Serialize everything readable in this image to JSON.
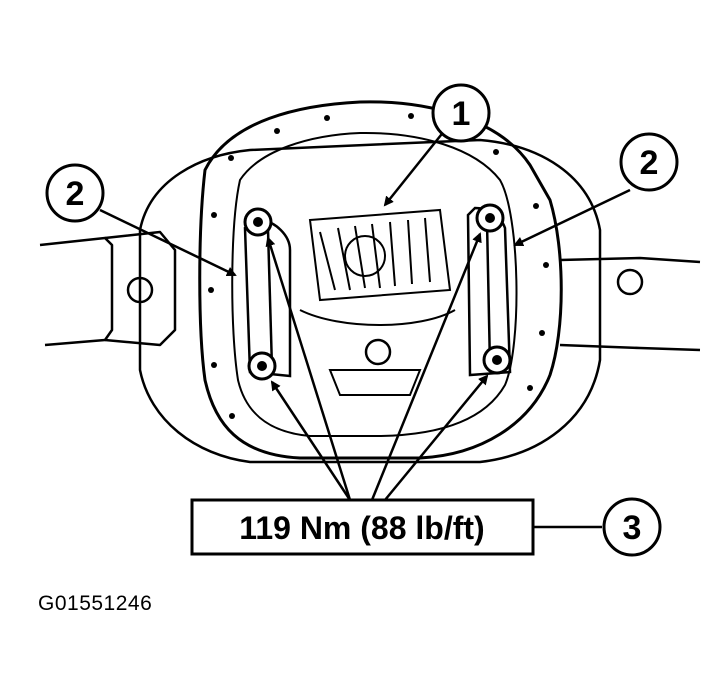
{
  "callouts": {
    "c1": "1",
    "c2_left": "2",
    "c2_right": "2",
    "c3": "3"
  },
  "torque_label": "119 Nm (88 lb/ft)",
  "figure_id": "G01551246"
}
